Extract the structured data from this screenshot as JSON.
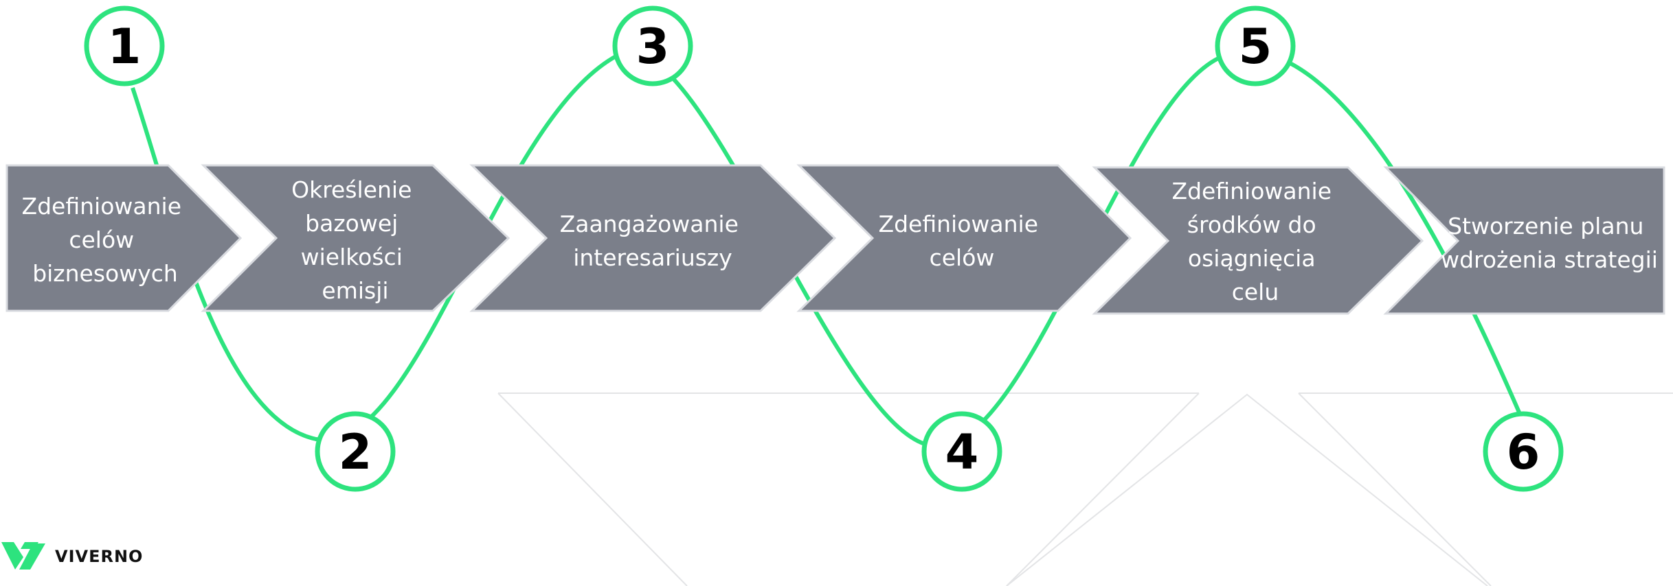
{
  "colors": {
    "chevron_fill": "#7b7f8a",
    "chevron_stroke": "#d9dbe0",
    "accent": "#2de37e",
    "text_on_chevron": "#ffffff",
    "number_text": "#000000",
    "background_lines": "#e3e4e6"
  },
  "steps": [
    {
      "lines": [
        "Zdefiniowanie",
        "celów",
        "biznesowych"
      ]
    },
    {
      "lines": [
        "Określenie",
        "bazowej",
        "wielkości",
        "emisji"
      ]
    },
    {
      "lines": [
        "Zaangażowanie",
        "interesariuszy"
      ]
    },
    {
      "lines": [
        "Zdefiniowanie",
        "celów"
      ]
    },
    {
      "lines": [
        "Zdefiniowanie",
        "środków do",
        "osiągnięcia",
        "celu"
      ]
    },
    {
      "lines": [
        "Stworzenie planu",
        "wdrożenia strategii"
      ]
    }
  ],
  "markers": [
    "1",
    "2",
    "3",
    "4",
    "5",
    "6"
  ],
  "brand": {
    "name": "VIVERNO",
    "logo_icon": "viverno-logo-icon"
  }
}
